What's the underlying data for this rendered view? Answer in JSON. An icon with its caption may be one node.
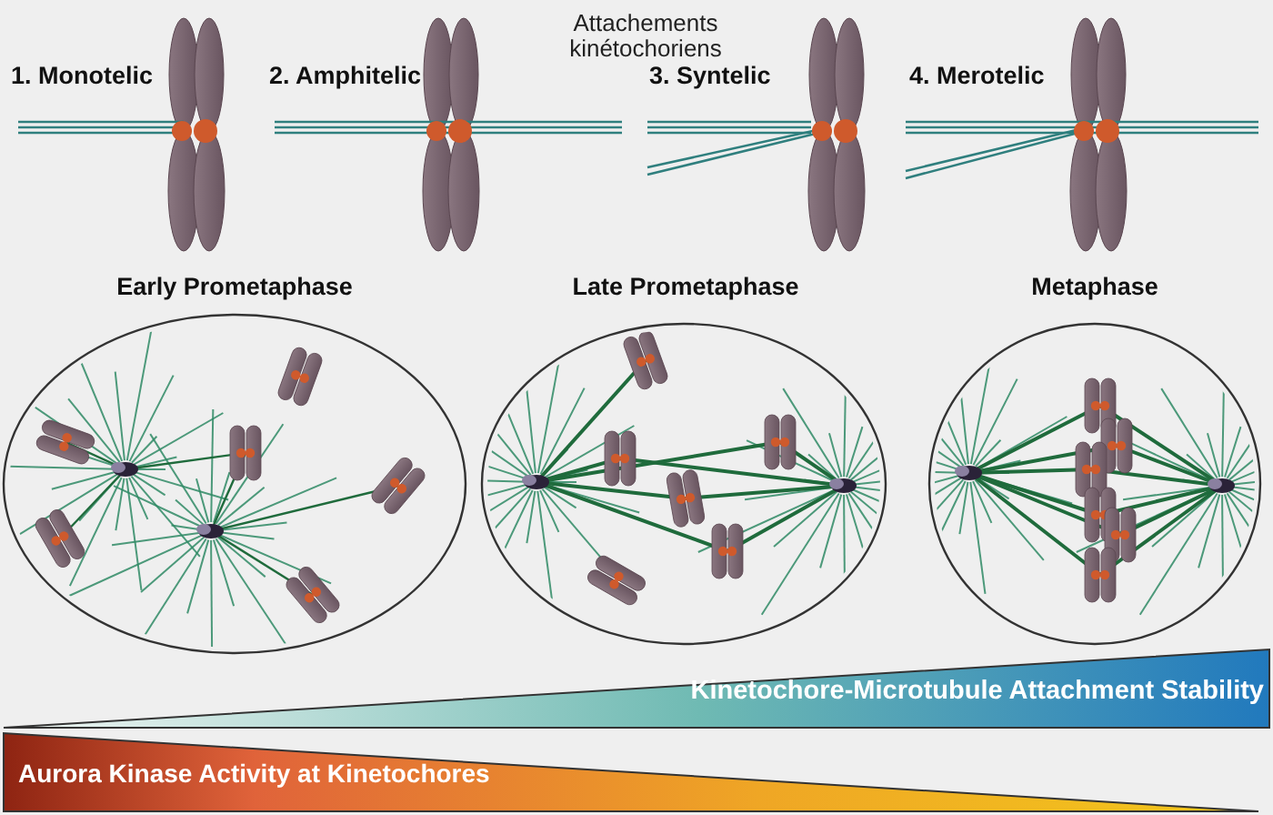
{
  "diagram": {
    "nodes": [
      {
        "text": [
          "Early Prometaphase"
        ]
      },
      {
        "text": [
          "Late Prometaphase"
        ]
      },
      {
        "text": [
          "Metaphase"
        ]
      },
      {
        "text": [
          "Kinetochore-Microtubule Attachment Stability"
        ]
      },
      {
        "text": [
          "Aurora Kinase Activity at Kinetochores"
        ]
      }
    ],
    "labels": [
      "Attachements kinétochoriens",
      "1. Monotelic",
      "2. Amphitelic",
      "3. Syntelic",
      "4. Merotelic"
    ]
  }
}
